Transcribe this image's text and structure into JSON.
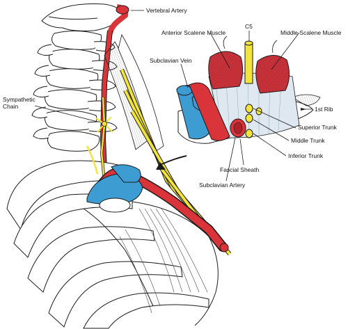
{
  "labels": {
    "vertebral_artery": "Vertebral Artery",
    "anterior_scalene": "Anterior Scalene Muscle",
    "c5": "C5",
    "middle_scalene": "Middle Scalene Muscle",
    "subclavian_vein": "Subclavian Vein",
    "first_rib": "1st Rib",
    "sympathetic_chain_line1": "Sympathetic",
    "sympathetic_chain_line2": "Chain",
    "superior_trunk": "Superior Trunk",
    "middle_trunk": "Middle Trunk",
    "inferior_trunk": "Inferior Trunk",
    "fascial_sheath": "Fascial Sheath",
    "subclavian_artery": "Subclavian Artery"
  },
  "colors": {
    "artery_red": "#d8343a",
    "vein_blue": "#3d9cd2",
    "nerve_yellow": "#f2e43a",
    "muscle_red": "#c8323a",
    "line_black": "#1a1a1a"
  }
}
